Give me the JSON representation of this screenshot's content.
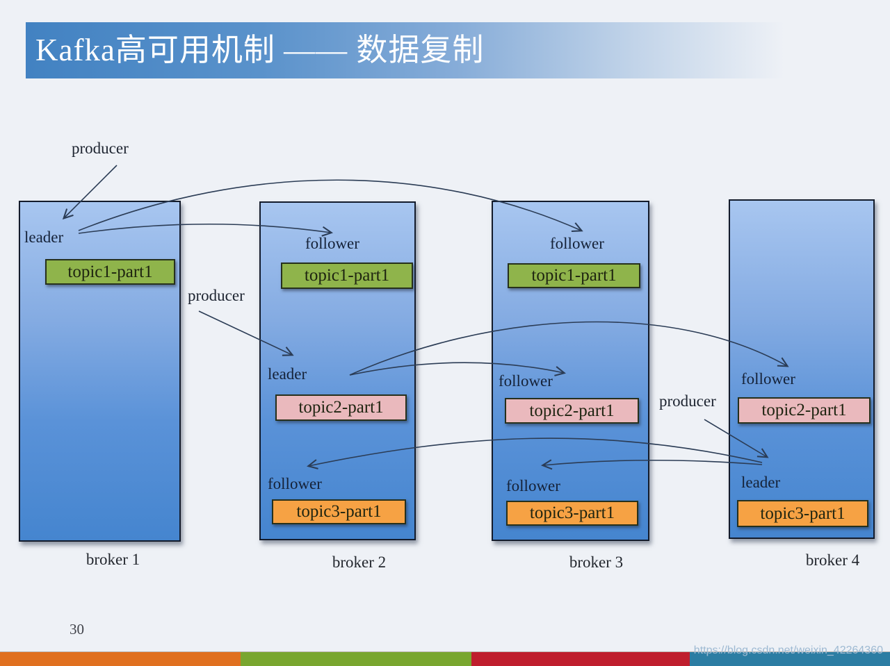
{
  "title": {
    "text": "Kafka高可用机制 —— 数据复制"
  },
  "page_number": "30",
  "watermark": "https://blog.csdn.net/weixin_42264360",
  "labels": {
    "producer": "producer",
    "leader": "leader",
    "follower": "follower"
  },
  "topics": {
    "topic1": "topic1-part1",
    "topic2": "topic2-part1",
    "topic3": "topic3-part1"
  },
  "brokers": [
    {
      "caption": "broker 1"
    },
    {
      "caption": "broker 2"
    },
    {
      "caption": "broker 3"
    },
    {
      "caption": "broker 4"
    }
  ],
  "colors": {
    "topic1_fill": "#8fb44b",
    "topic2_fill": "#eab9bd",
    "topic3_fill": "#f6a244",
    "arrow": "#2b3c55",
    "broker_gradient_top": "#a8c6f0",
    "broker_gradient_bottom": "#4585cf",
    "title_bar_blue": "#4282c2"
  },
  "footer_stripes": [
    {
      "name": "orange",
      "color": "#e0701f"
    },
    {
      "name": "green",
      "color": "#79a62f"
    },
    {
      "name": "red",
      "color": "#bf1e2d"
    },
    {
      "name": "teal",
      "color": "#2c7da3"
    }
  ]
}
